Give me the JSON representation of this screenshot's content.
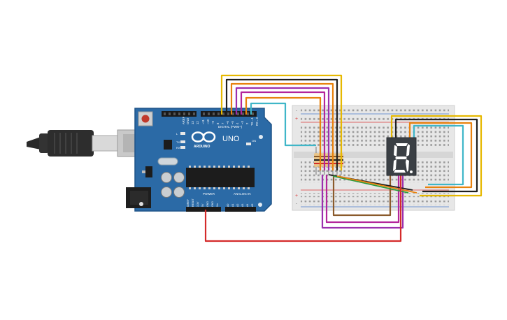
{
  "arduino": {
    "logo_text": "ARDUINO",
    "model": "UNO",
    "digital_header_label": "DIGITAL (PWM~)",
    "power_label": "POWER",
    "analog_label": "ANALOG IN",
    "aref_label": "AREF",
    "gnd_label": "GND",
    "tx_label": "TX",
    "rx_label": "RX",
    "on_label": "ON",
    "l_label": "L",
    "digital_pins": [
      "13",
      "12",
      "~11",
      "~10",
      "~9",
      "8",
      "7",
      "~6",
      "~5",
      "4",
      "~3",
      "2",
      "TX→1",
      "RX←0"
    ],
    "power_pins": [
      "IOREF",
      "RESET",
      "3.3V",
      "5V",
      "GND",
      "GND",
      "Vin"
    ],
    "analog_pins": [
      "A0",
      "A1",
      "A2",
      "A3",
      "A4",
      "A5"
    ]
  },
  "breadboard": {
    "rail_plus": "+",
    "rail_minus": "-",
    "resistor_count": 7
  },
  "seven_segment": {
    "digit": "8",
    "lit_segments": [
      "a",
      "b",
      "c",
      "d",
      "e",
      "f",
      "g",
      "dp"
    ]
  },
  "colors": {
    "board": "#2b6aa6",
    "board_edge": "#1f5387",
    "breadboard": "#e7e7e7",
    "display_body": "#3a3f44",
    "segment": "#ffffff",
    "wire_yellow": "#e6b800",
    "wire_black": "#1f1f1f",
    "wire_orange": "#e8820e",
    "wire_purple": "#9b2fae",
    "wire_brown": "#8a5a2b",
    "wire_cyan": "#3fb6c8",
    "wire_red": "#d42a2a",
    "wire_green": "#2e9b3e"
  }
}
